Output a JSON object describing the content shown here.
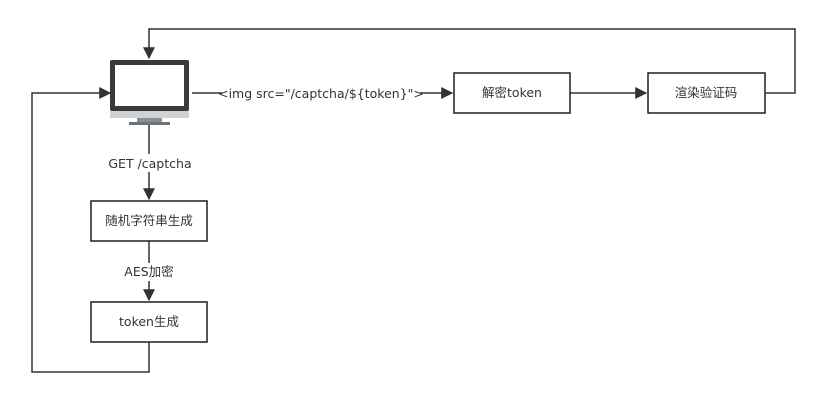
{
  "nodes": {
    "client": {
      "icon": "monitor-icon"
    },
    "random_string": {
      "label": "随机字符串生成"
    },
    "token_gen": {
      "label": "token生成"
    },
    "decrypt_token": {
      "label": "解密token"
    },
    "render_captcha": {
      "label": "渲染验证码"
    }
  },
  "edges": {
    "get_captcha": {
      "label": "GET /captcha"
    },
    "aes_encrypt": {
      "label": "AES加密"
    },
    "img_src": {
      "label": "<img src=\"/captcha/${token}\">"
    }
  }
}
